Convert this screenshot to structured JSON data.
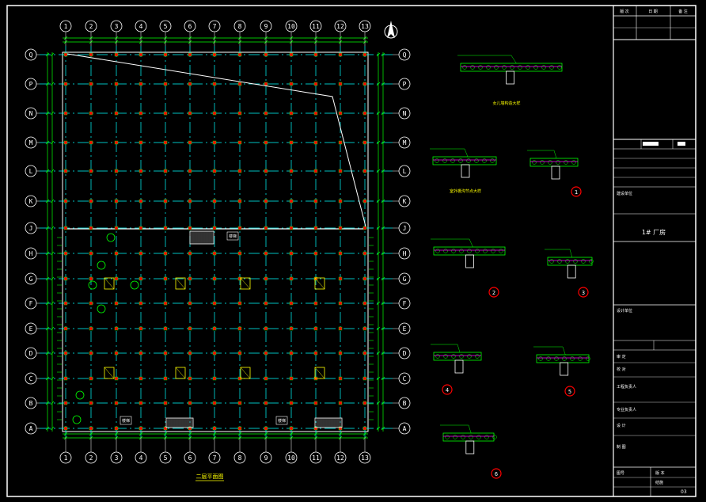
{
  "drawing": {
    "background": "#000000",
    "colors": {
      "grid_cyan": "#00ffff",
      "dim_green": "#00ff00",
      "frame_white": "#ffffff",
      "column_red": "#ff0000",
      "detail_yellow": "#ffff00",
      "detail_magenta": "#ff00ff"
    },
    "grid_numbers": [
      "1",
      "2",
      "3",
      "4",
      "5",
      "6",
      "7",
      "8",
      "9",
      "10",
      "11",
      "12",
      "13"
    ],
    "grid_letters": [
      "A",
      "B",
      "C",
      "D",
      "E",
      "F",
      "G",
      "H",
      "J",
      "K",
      "L",
      "M",
      "N",
      "P",
      "Q"
    ],
    "plan_title": "二层平面图",
    "stair_label": "楼梯",
    "roof_detail_title": "女儿墙构造大样",
    "eave_detail_title": "室外檐沟节点大样",
    "detail_markers": [
      "1",
      "2",
      "3",
      "4",
      "5",
      "6"
    ],
    "north_arrow_icon": "north-arrow-icon"
  },
  "title_block": {
    "rev_header": [
      "版 次",
      "日 期",
      "备 注"
    ],
    "project_label": "建设单位",
    "project_name": "1# 厂房",
    "rows": [
      "设计单位",
      "审 定",
      "校 对",
      "工程负责人",
      "专业负责人",
      "设 计",
      "制 图"
    ],
    "footer": {
      "cell_1": "图号",
      "cell_2": "版 本",
      "cell_3": "结施",
      "sheet_no": "03"
    }
  }
}
